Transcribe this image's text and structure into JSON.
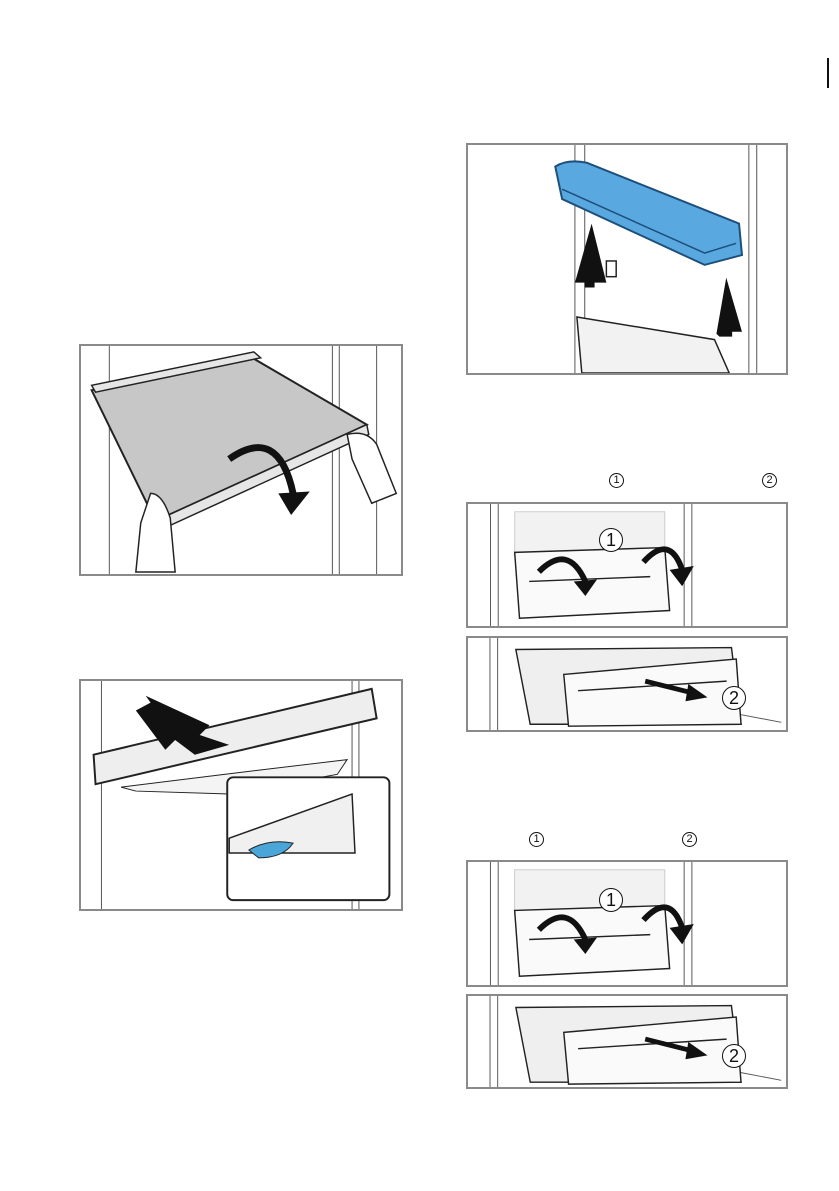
{
  "markers": {
    "upper_step_1": "1",
    "upper_step_2": "2",
    "lower_step_1": "1",
    "lower_step_2": "2"
  },
  "callouts": {
    "fig_drawer_a_1": "1",
    "fig_drawer_b_2": "2",
    "fig_drawer_c_1": "1",
    "fig_drawer_d_2": "2"
  },
  "colors": {
    "frame": "#8a8a8a",
    "line": "#222222",
    "glass": "#bdbdbd",
    "bottle_shelf": "#5aa8e0",
    "accent_blue": "#4aa6d8"
  }
}
